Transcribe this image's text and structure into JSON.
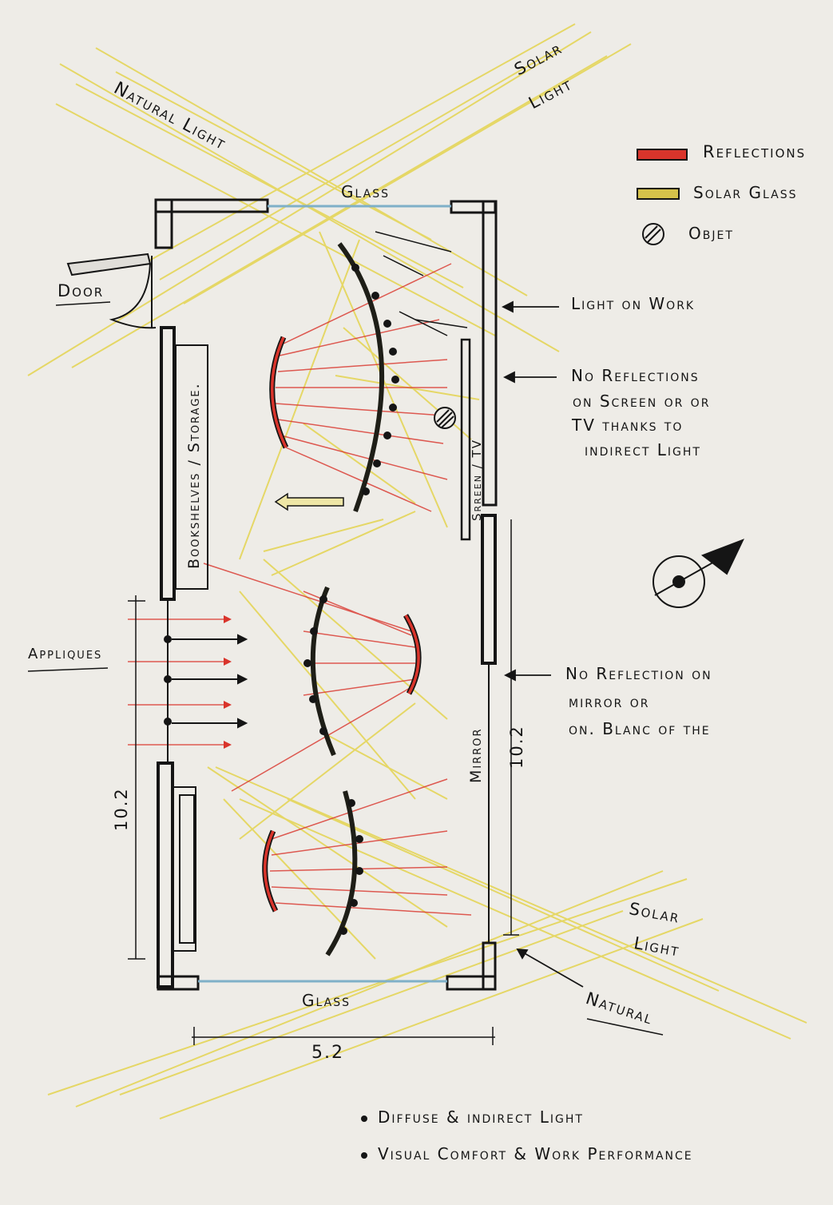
{
  "colors": {
    "reflection": "#d9342b",
    "solar_glass": "#e6d23a",
    "ink": "#151515",
    "paper": "#eeece7",
    "glass_line": "#7fb0c8"
  },
  "labels": {
    "natural_light_top": "Natural Light",
    "solar_light_top_1": "Solar",
    "solar_light_top_2": "Light",
    "glass_top": "Glass",
    "glass_bottom": "Glass",
    "door": "Door",
    "bookshelves": "Bookshelves / Storage.",
    "screen_tv": "Srreen / TV",
    "mirror": "Mirror",
    "appliques": "Appliques",
    "solar_light_bottom_1": "Solar",
    "solar_light_bottom_2": "Light",
    "natural_bottom": "Natural"
  },
  "legend": [
    {
      "label": "Reflections",
      "icon": "red-bar"
    },
    {
      "label": "Solar Glass",
      "icon": "yellow-bar"
    },
    {
      "label": "Objet",
      "icon": "hatched-circle"
    }
  ],
  "annotations": {
    "light_on_work": "Light on Work",
    "no_reflections": [
      "No Reflections",
      "on Screen or or",
      "TV thanks to",
      "indirect Light"
    ],
    "no_reflection_mirror": [
      "No Reflection on",
      "mirror or",
      "on. Blanc of the"
    ]
  },
  "dimensions": {
    "width": "5.2",
    "height_left": "10.2",
    "height_right": "10.2"
  },
  "notes": [
    "Diffuse & indirect Light",
    "Visual Comfort & Work Performance"
  ],
  "compass_icon": "north-arrow-icon"
}
